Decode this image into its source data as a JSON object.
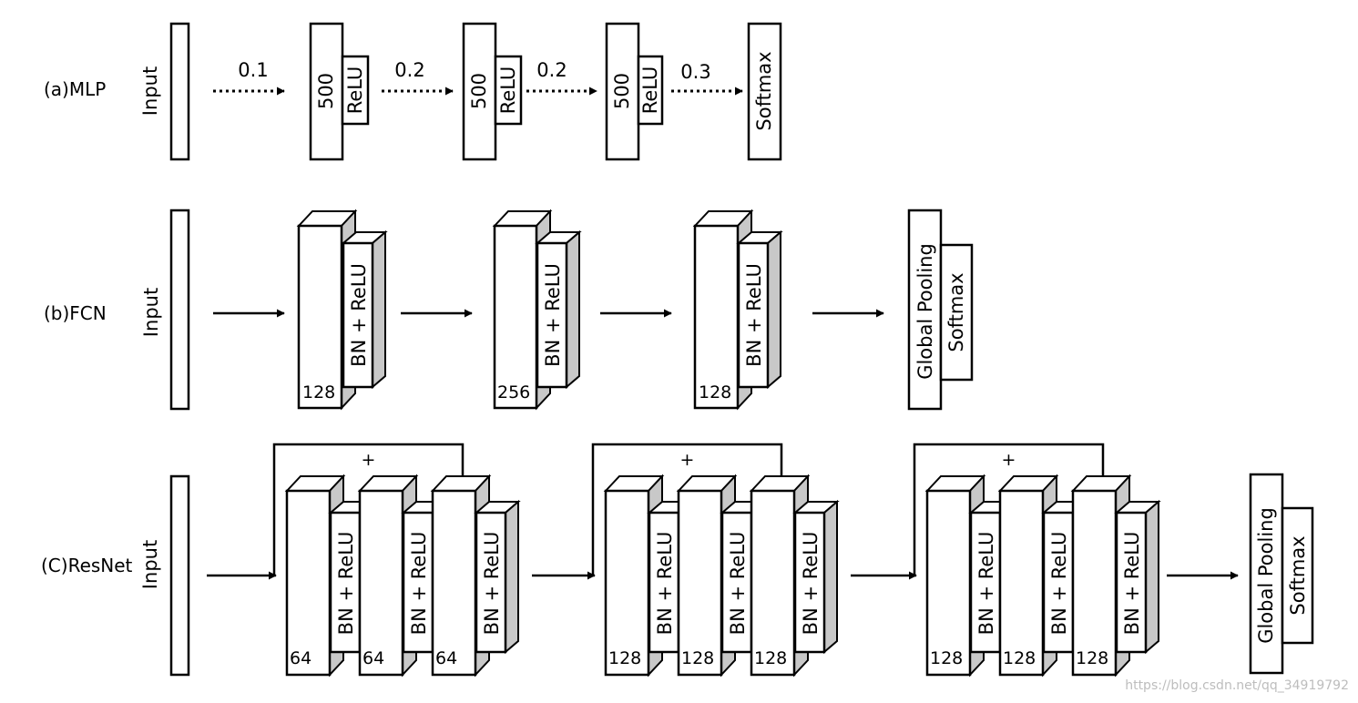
{
  "labels": {
    "input": "Input",
    "relu": "ReLU",
    "bn_relu": "BN + ReLU",
    "softmax": "Softmax",
    "global_pooling": "Global Pooling",
    "plus": "+"
  },
  "mlp": {
    "title": "(a)MLP",
    "dropouts": [
      "0.1",
      "0.2",
      "0.2",
      "0.3"
    ],
    "units": [
      "500",
      "500",
      "500"
    ]
  },
  "fcn": {
    "title": "(b)FCN",
    "filters": [
      "128",
      "256",
      "128"
    ]
  },
  "resnet": {
    "title": "(C)ResNet",
    "blocks": [
      {
        "filters": [
          "64",
          "64",
          "64"
        ]
      },
      {
        "filters": [
          "128",
          "128",
          "128"
        ]
      },
      {
        "filters": [
          "128",
          "128",
          "128"
        ]
      }
    ]
  },
  "watermark": "https://blog.csdn.net/qq_34919792"
}
